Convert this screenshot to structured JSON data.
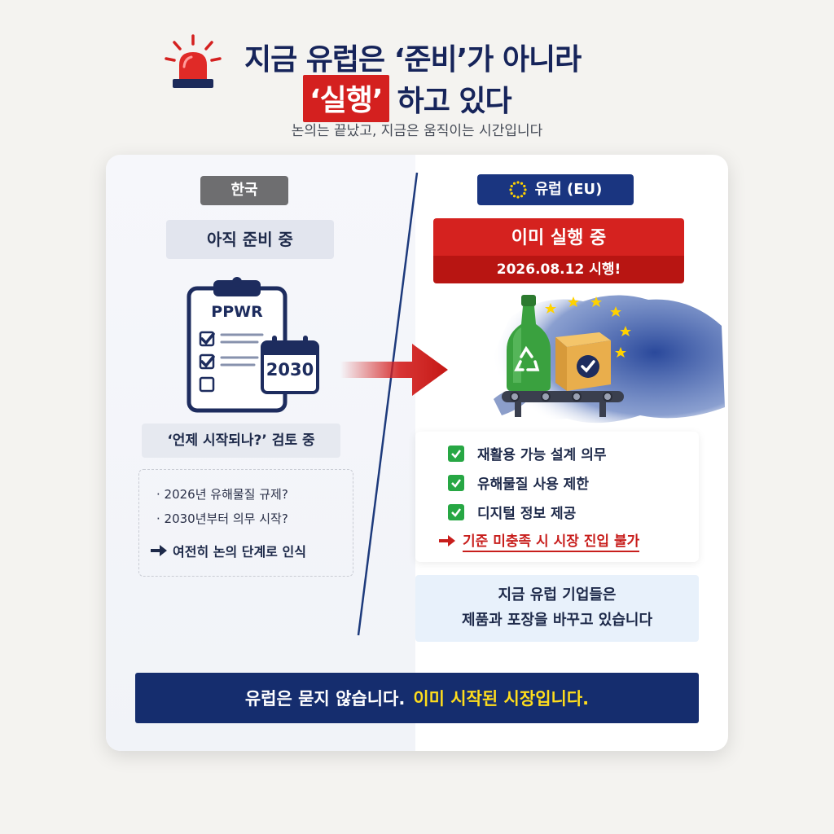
{
  "header": {
    "title_line1": "지금 유럽은 ‘준비’가 아니라",
    "title_highlight": "‘실행’",
    "title_line2_rest": "하고 있다",
    "subtitle": "논의는 끝났고, 지금은 움직이는 시간입니다"
  },
  "korea": {
    "badge": "한국",
    "status": "아직 준비 중",
    "clipboard_label": "PPWR",
    "calendar_year": "2030",
    "review": "‘언제 시작되나?’ 검토 중",
    "questions": [
      "· 2026년 유해물질 규제?",
      "· 2030년부터 의무 시작?"
    ],
    "conclusion": "여전히 논의 단계로 인식"
  },
  "europe": {
    "badge": "유럽 (EU)",
    "status": "이미 실행 중",
    "date": "2026.08.12 시행!",
    "rules": [
      "재활용 가능 설계 의무",
      "유해물질 사용 제한",
      "디지털 정보 제공"
    ],
    "warning": "기준 미충족 시 시장 진입 불가",
    "note_lines": [
      "지금 유럽 기업들은",
      "제품과 포장을 바꾸고 있습니다"
    ]
  },
  "banner": {
    "white_text": "유럽은 묻지 않습니다.",
    "yellow_text": "이미 시작된 시장입니다."
  },
  "colors": {
    "navy": "#152d6e",
    "red": "#d5221f",
    "green_check": "#27a744",
    "yellow": "#ffdd1c"
  },
  "icons": {
    "siren": "siren-icon",
    "clipboard": "clipboard-icon",
    "calendar": "calendar-icon",
    "arrow": "arrow-right-icon",
    "eu_flag": "eu-stars-icon",
    "bottle": "recycle-bottle-icon",
    "box": "box-check-icon",
    "check": "check-icon"
  }
}
